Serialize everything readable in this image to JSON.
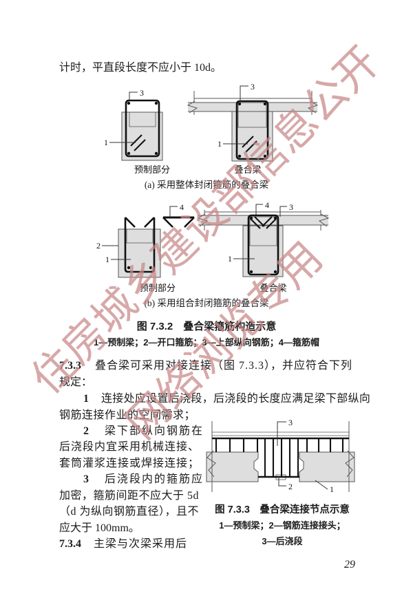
{
  "page": {
    "intro_line": "计时，平直段长度不应小于 10d。",
    "page_number": "29"
  },
  "watermark": {
    "line1": "住房城乡建设部信息公开",
    "line2": "网络浏览专用",
    "color": "#c78686"
  },
  "labels": {
    "n1": "1",
    "n2": "2",
    "n3": "3",
    "n4": "4"
  },
  "fig732": {
    "precast_caption": "预制部分",
    "composite_caption": "叠合梁",
    "caption_a": "(a) 采用整体封闭箍筋的叠合梁",
    "caption_b": "(b) 采用组合封闭箍筋的叠合梁",
    "title": "图 7.3.2　叠合梁箍筋构造示意",
    "legend": "1—预制梁；2—开口箍筋；3—上部纵向钢筋；4—箍筋帽"
  },
  "sec733": {
    "num": "7.3.3",
    "line1": "叠合梁可采用对接连接（图 7.3.3），并应符合下列",
    "line2": "规定：",
    "item1_num": "1",
    "item1_line1": "连接处应设置后浇段，后浇段的长度应满足梁下部纵向",
    "item1_line2": "钢筋连接作业的空间需求；"
  },
  "leftcol": {
    "item2_num": "2",
    "item2_line1": "梁下部纵向钢筋在",
    "item2_line2": "后浇段内宜采用机械连接、",
    "item2_line3": "套筒灌浆连接或焊接连接；",
    "item3_num": "3",
    "item3_line1": "后浇段内的箍筋应",
    "item3_line2": "加密，箍筋间距不应大于 5d",
    "item3_line3": "（d 为纵向钢筋直径），且不",
    "item3_line4": "应大于 100mm。",
    "sec734_num": "7.3.4",
    "sec734_line": "主梁与次梁采用后"
  },
  "fig733": {
    "title": "图 7.3.3　叠合梁连接节点示意",
    "legend1": "1—预制梁；2—钢筋连接接头；",
    "legend2": "3—后浇段"
  }
}
